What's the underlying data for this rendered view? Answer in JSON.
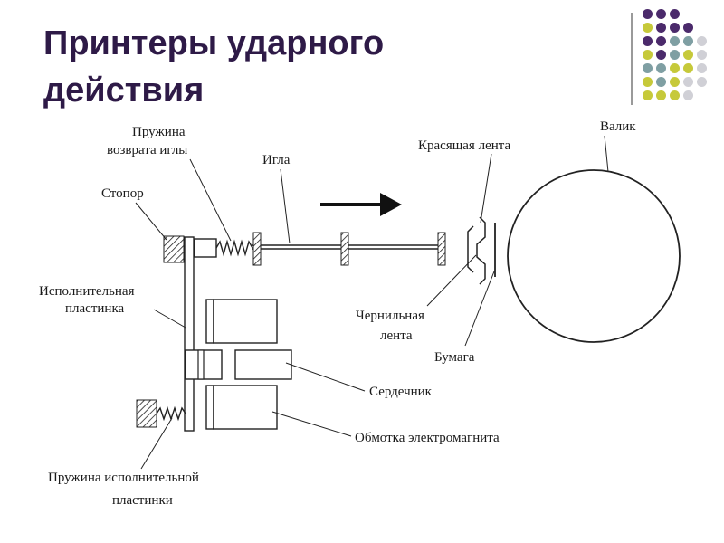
{
  "slide": {
    "title_line1": "Принтеры ударного",
    "title_line2": "действия"
  },
  "colors": {
    "title": "#2e1a47",
    "dot_purple": "#4b2a6b",
    "dot_teal": "#7f9fa3",
    "dot_olive": "#c6c93a",
    "dot_gray": "#d0d0d6"
  },
  "diagram": {
    "labels": {
      "spring_return_1": "Пружина",
      "spring_return_2": "возврата иглы",
      "needle": "Игла",
      "stopper": "Стопор",
      "plate_1": "Исполнительная",
      "plate_2": "пластинка",
      "ribbon": "Красящая лента",
      "roller": "Валик",
      "ink_ribbon_1": "Чернильная",
      "ink_ribbon_2": "лента",
      "paper": "Бумага",
      "core": "Сердечник",
      "coil": "Обмотка электромагнита",
      "plate_spring_1": "Пружина исполнительной",
      "plate_spring_2": "пластинки"
    }
  }
}
